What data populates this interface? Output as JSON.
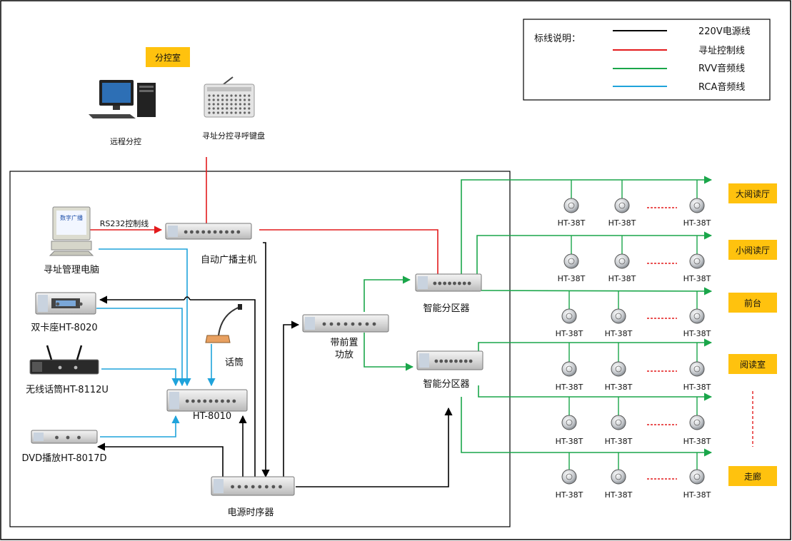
{
  "legend": {
    "title": "标线说明：",
    "items": [
      {
        "label": "220V电源线",
        "color": "#000000"
      },
      {
        "label": "寻址控制线",
        "color": "#e31a1c"
      },
      {
        "label": "RVV音频线",
        "color": "#1aa64a"
      },
      {
        "label": "RCA音频线",
        "color": "#1fa3db"
      }
    ]
  },
  "control_room": {
    "badge": "分控室",
    "remote_pc_label": "远程分控",
    "keyboard_label": "寻址分控寻呼键盘"
  },
  "devices": {
    "management_pc": "寻址管理电脑",
    "monitor_screen": "数字广播",
    "rs232_label": "RS232控制线",
    "host": "自动广播主机",
    "dual_deck": "双卡座HT-8020",
    "wireless_mic": "无线话筒HT-8112U",
    "dvd": "DVD播放HT-8017D",
    "mic": "话筒",
    "mixer": "HT-8010",
    "sequencer": "电源时序器",
    "preamp_line1": "带前置",
    "preamp_line2": "功放",
    "zoner_top": "智能分区器",
    "zoner_bottom": "智能分区器"
  },
  "speaker_model": "HT-38T",
  "zones": [
    "大阅读厅",
    "小阅读厅",
    "前台",
    "阅读室",
    "走廊"
  ],
  "colors": {
    "power": "#000000",
    "control": "#e31a1c",
    "rvv": "#1aa64a",
    "rca": "#1fa3db",
    "zone_badge": "#ffc20e",
    "dots": "#e31a1c"
  }
}
